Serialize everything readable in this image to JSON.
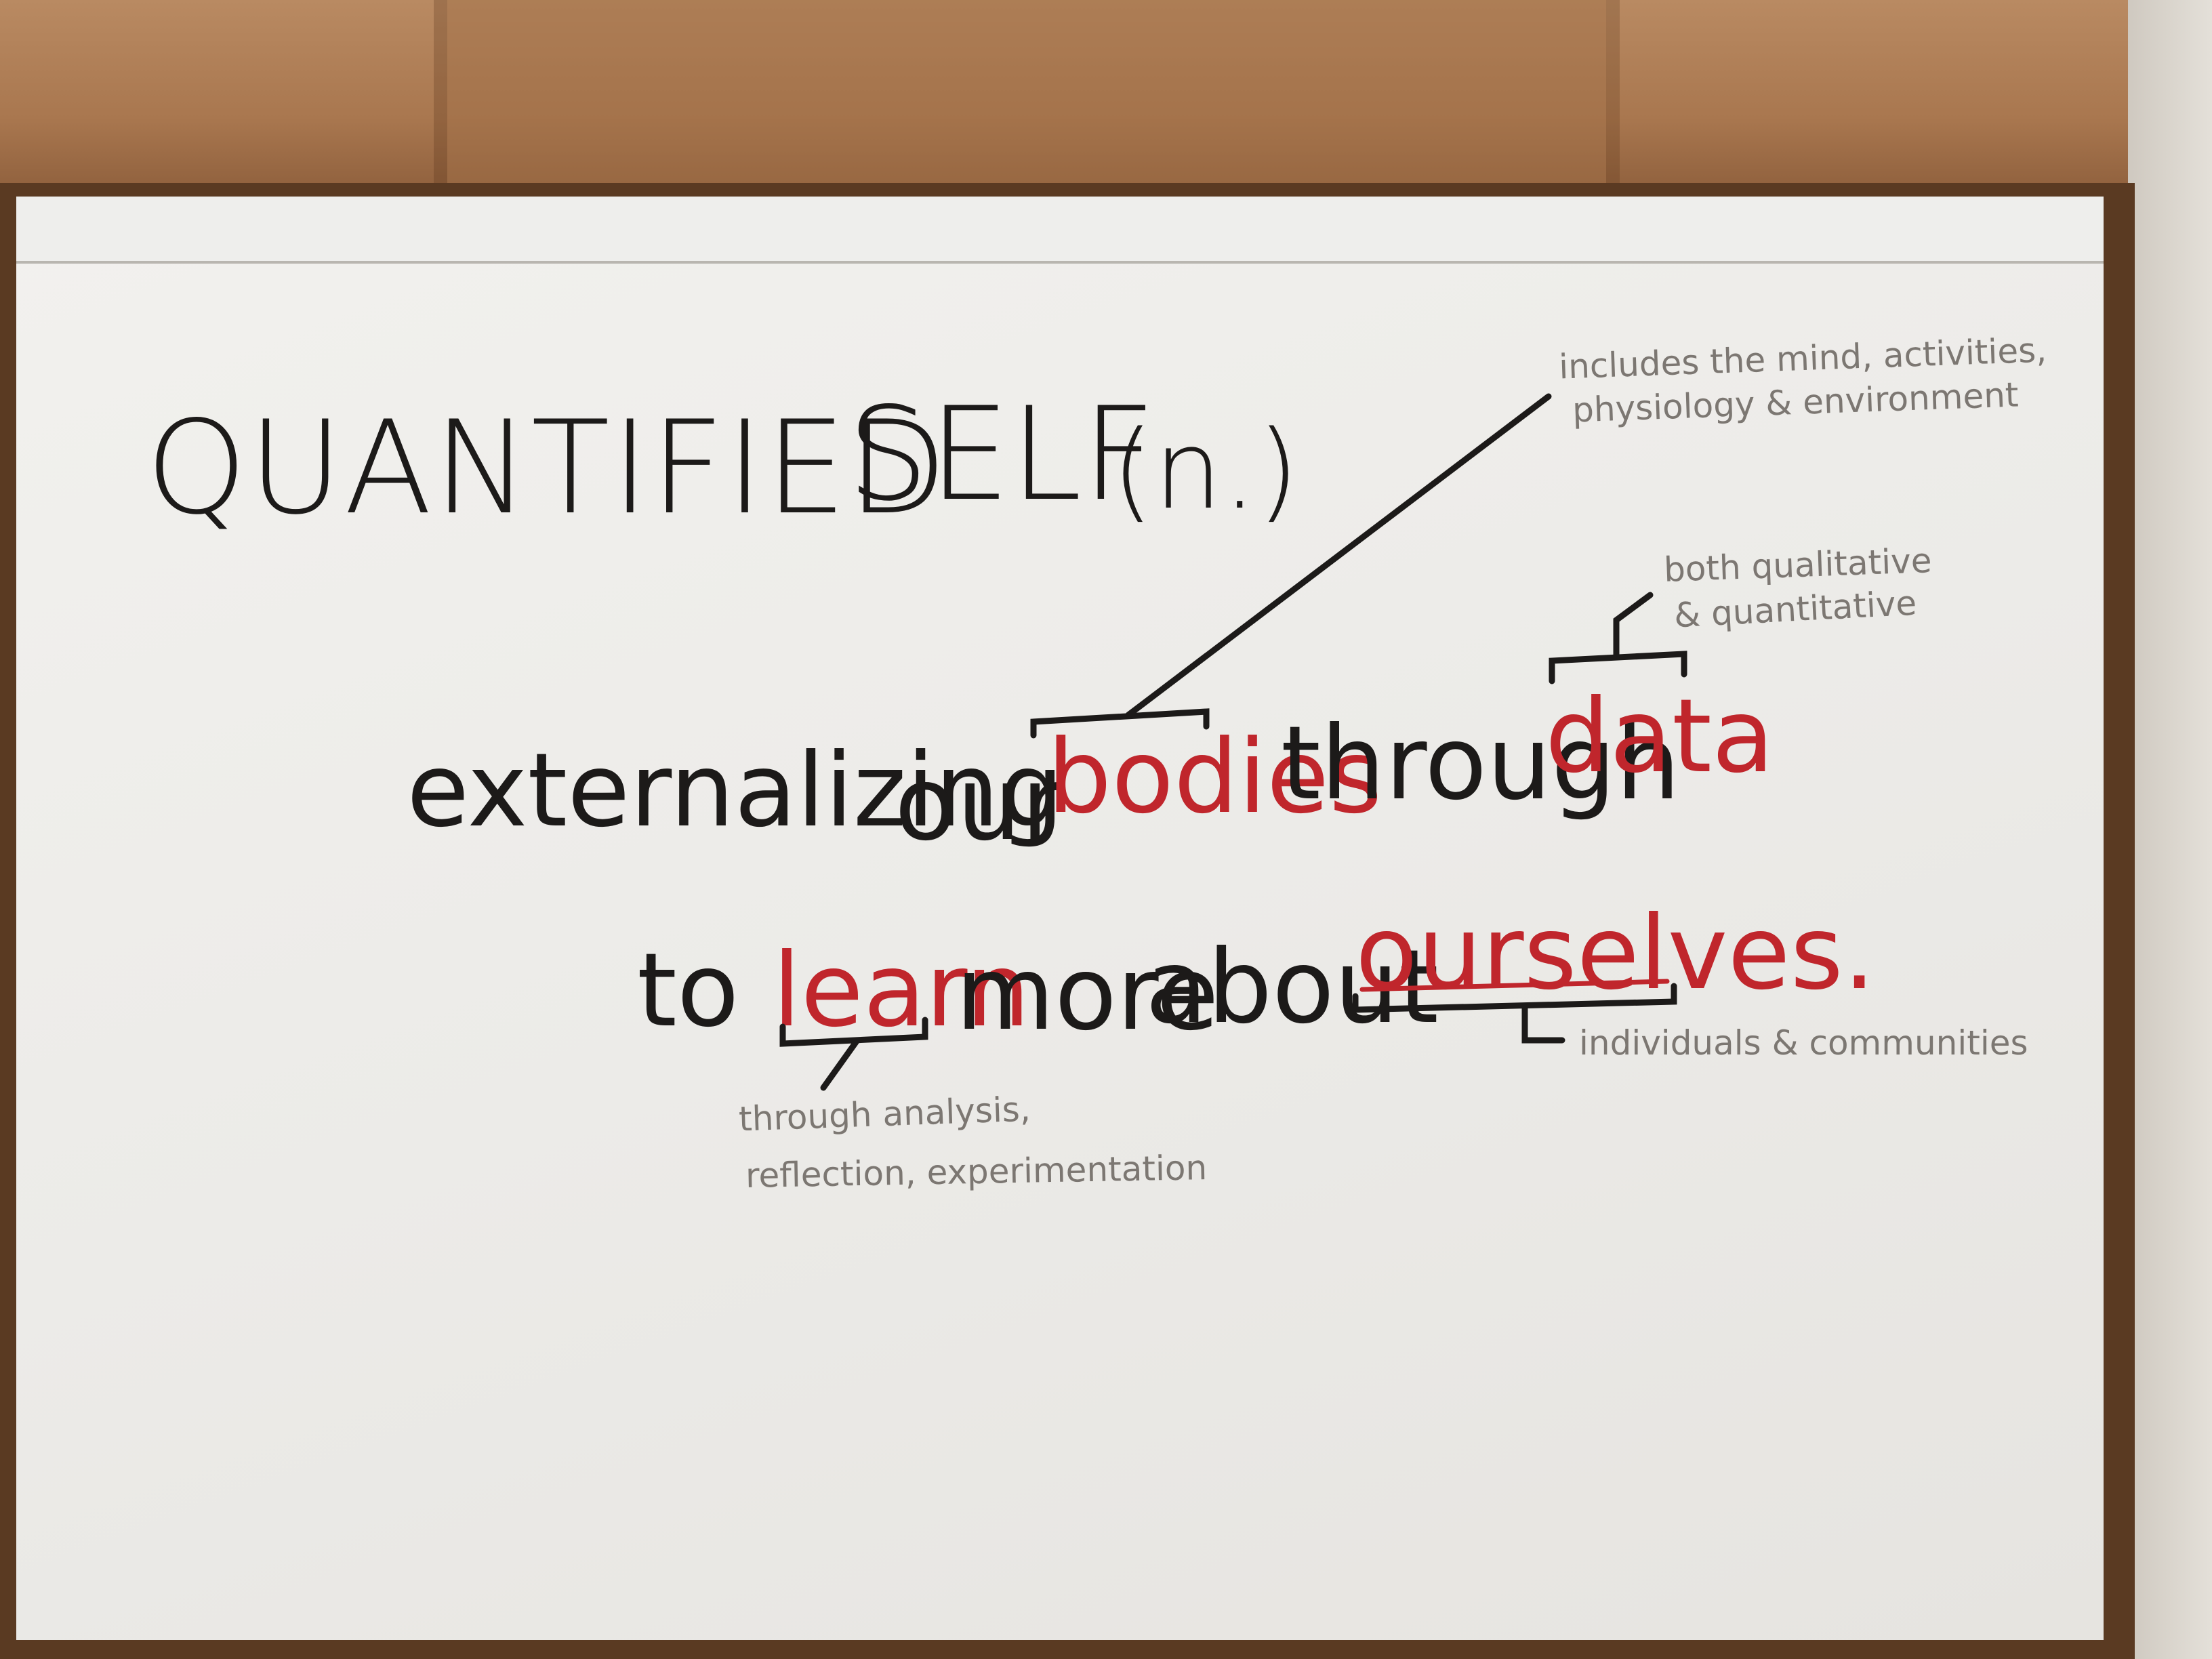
{
  "poster": {
    "title_word_1": "QUANTIFIED",
    "title_word_2": "SELF",
    "title_suffix": "(n.)",
    "line1": {
      "w1": "externalizing",
      "w2": "our",
      "w3": "bodies",
      "w4": "through",
      "w5": "data"
    },
    "line2": {
      "w1": "to",
      "w2": "learn",
      "w3": "more",
      "w4": "about",
      "w5": "ourselves."
    },
    "notes": {
      "bodies_line1": "includes the mind, activities,",
      "bodies_line2": "physiology & environment",
      "data_line1": "both qualitative",
      "data_line2": "& quantitative",
      "learn_line1": "through analysis,",
      "learn_line2": "reflection, experimentation",
      "ourselves": "individuals & communities"
    },
    "colors": {
      "ink": "#1c1a19",
      "red_ink": "#c0262c",
      "pencil": "#7c7772"
    }
  }
}
